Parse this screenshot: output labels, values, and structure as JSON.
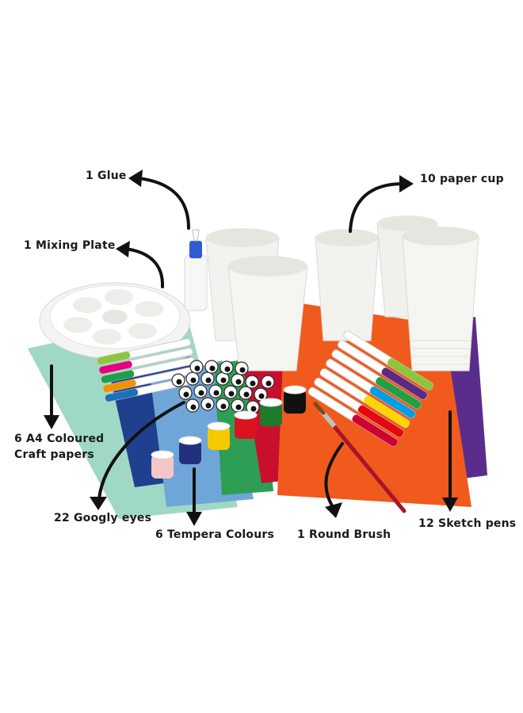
{
  "labels": {
    "glue": "1 Glue",
    "paper_cup": "10 paper cup",
    "mixing_plate": "1 Mixing Plate",
    "craft_papers_line1": "6 A4 Coloured",
    "craft_papers_line2": "Craft papers",
    "googly_eyes": "22 Googly eyes",
    "tempera": "6 Tempera Colours",
    "brush": "1 Round Brush",
    "sketch_pens": "12 Sketch pens"
  },
  "colors": {
    "paper_green": "#9fd8c4",
    "paper_blue": "#1f3f8f",
    "paper_light_blue": "#6fa6d8",
    "paper_orange": "#f05a1c",
    "paper_purple": "#5a2d8c",
    "paper_red": "#c8102e",
    "cup": "#f2f2ef",
    "tempera": [
      "#f4c6c6",
      "#23307e",
      "#f6c800",
      "#d9141f",
      "#1f7a2c",
      "#111111"
    ],
    "pens": [
      "#8cc63f",
      "#e6007e",
      "#1fa046",
      "#f39200",
      "#5b2a86",
      "#1d71b8",
      "#e30613",
      "#00a0e3",
      "#ffd500",
      "#cc0033"
    ]
  }
}
